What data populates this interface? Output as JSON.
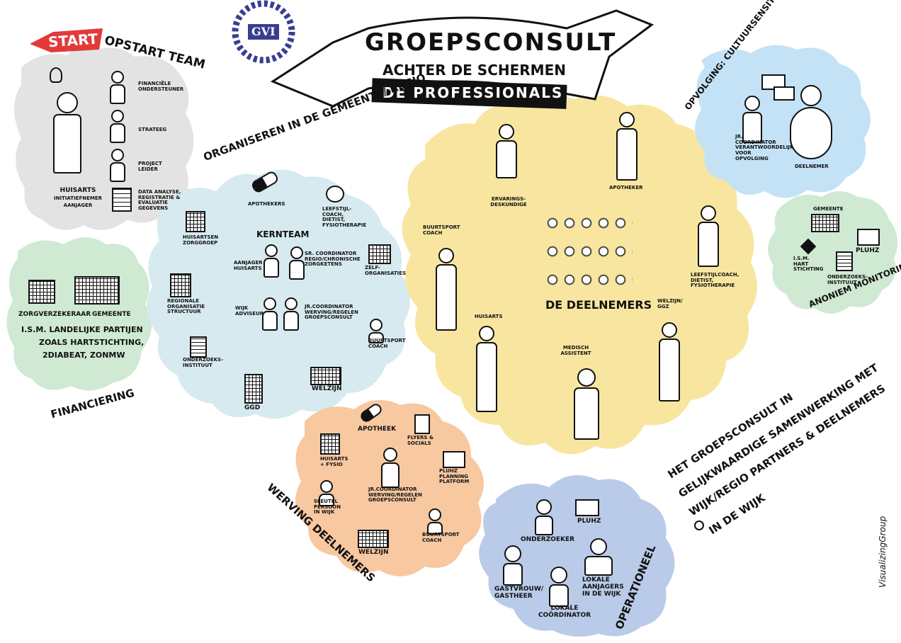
{
  "logo": {
    "text": "GVI"
  },
  "banner": {
    "title": "GROEPSCONSULT",
    "subtitle": "ACHTER DE SCHERMEN",
    "ribbon": "DE PROFESSIONALS"
  },
  "colors": {
    "gray": "#e3e3e3",
    "green": "#cfe9d2",
    "lightblue": "#d6eaf0",
    "yellow": "#f8e6a0",
    "orange": "#f8c8a0",
    "blue": "#b9cbe8",
    "skyblue": "#c4e2f5",
    "red": "#e23a3a"
  },
  "opstart": {
    "start": "START",
    "title": "OPSTART TEAM",
    "huisarts": "HUISARTS",
    "initiatief": "INITIATIEFNEMER",
    "aanjager": "AANJAGER",
    "roles": [
      "FINANCIËLE ONDERSTEUNER",
      "STRATEEG",
      "PROJECT LEIDER",
      "DATA ANALYSE, REGISTRATIE & EVALUATIE GEGEVENS"
    ]
  },
  "financiering": {
    "title": "FINANCIERING",
    "zorgverzekeraar": "ZORGVERZEKERAAR",
    "gemeente": "GEMEENTE",
    "line1": "I.S.M. LANDELIJKE PARTIJEN",
    "line2": "ZOALS HARTSTICHTING,",
    "line3": "2DIABEAT, ZONMW"
  },
  "organiseren": {
    "title": "ORGANISEREN IN DE GEMEENTE/ REGIO",
    "kernteam": "KERNTEAM",
    "apothekers": "APOTHEKERS",
    "leefstijl": "LEEFSTIJL-COACH, DIETIST, FYSIOTHERAPIE",
    "huisartsen": "HUISARTSEN ZORGGROEP",
    "aanjager": "AANJAGER HUISARTS",
    "coordinator": "SR. COORDINATOR REGIO/CHRONISCHE ZORGKETENS",
    "zelforg": "ZELF-ORGANISATIES",
    "regionale": "REGIONALE ORGANISATIE STRUCTUUR",
    "wijk": "WIJK ADVISEUR",
    "jrcoord": "JR.COORDINATOR WERVING/REGELEN GROEPSCONSULT",
    "buurtsport": "BUURTSPORT COACH",
    "onderzoek": "ONDERZOEKS-INSTITUUT",
    "ggd": "GGD",
    "welzijn": "WELZIJN"
  },
  "deelnemers": {
    "title": "DE DEELNEMERS",
    "ervaring": "ERVARINGS-DESKUNDIGE",
    "apotheker": "APOTHEKER",
    "buurtsport": "BUURTSPORT COACH",
    "leefstijl": "LEEFSTIJLCOACH, DIETIST, FYSIOTHERAPIE",
    "huisarts": "HUISARTS",
    "medisch": "MEDISCH ASSISTENT",
    "welzijn": "WELZIJN/ GGZ"
  },
  "opvolging": {
    "title": "OPVOLGING: CULTUURSENSITIEF & NAAR BEHOEFTE",
    "jrcoord": "JR. COORDINATOR VERANTWOORDELIJK VOOR OPVOLGING",
    "deelnemer": "DEELNEMER"
  },
  "monitoring": {
    "title": "ANONIEM MONITORING",
    "gemeente": "GEMEENTE",
    "pluhz": "PLUHZ",
    "hartstichting": "I.S.M. HART STICHTING",
    "onderzoek": "ONDERZOEKS-INSTITUUT"
  },
  "werving": {
    "title": "WERVING DEELNEMERS",
    "apotheek": "APOTHEEK",
    "flyers": "FLYERS & SOCIALS",
    "huisarts": "HUISARTS + FYSIO",
    "pluhz": "PLUHZ PLANNING PLATFORM",
    "jrcoord": "JR.COORDINATOR WERVING/REGELEN GROEPSCONSULT",
    "sleutel": "SLEUTEL PERSOON IN WIJK",
    "buurtsport": "BUURTSPORT COACH",
    "welzijn": "WELZIJN"
  },
  "operationeel": {
    "title": "OPERATIONEEL",
    "onderzoeker": "ONDERZOEKER",
    "pluhz": "PLUHZ",
    "gastvrouw": "GASTVROUW/ GASTHEER",
    "lokale_aanjagers": "LOKALE AANJAGERS IN DE WIJK",
    "lokale_coordinator": "LOKALE COÖRDINATOR"
  },
  "statement": {
    "line1": "HET GROEPSCONSULT IN",
    "line2": "GELIJKWAARDIGE SAMENWERKING MET",
    "line3": "WIJK/REGIO PARTNERS & DEELNEMERS",
    "line4": "IN DE WIJK"
  },
  "signature": "VisualizingGroup"
}
